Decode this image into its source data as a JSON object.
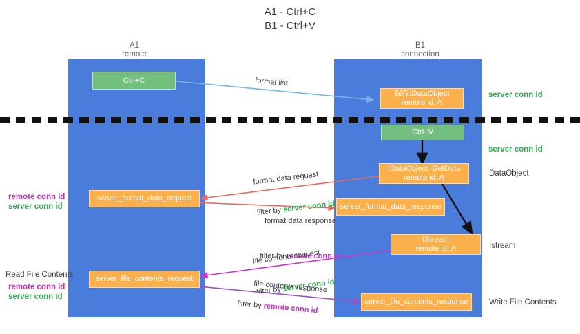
{
  "title": "A1 - Ctrl+C\nB1 - Ctrl+V",
  "columns": {
    "left": "A1\nremote",
    "right": "B1\nconnection"
  },
  "boxes": {
    "ctrl_c": "Ctrl+C",
    "save_idataobject": "保存IDataObject\nremote id: A",
    "ctrl_v": "Ctrl+V",
    "getdata": "IDataObject::GetData\nremote id: A",
    "server_format_data_request": "server_format_data_request",
    "server_format_data_response": "server_format_data_response",
    "istream": "IStream\nremote id: A",
    "server_file_contents_request": "server_file_contents_request",
    "server_file_contents_response": "server_file_contents_response"
  },
  "edges": {
    "format_list": "format list",
    "format_data_request": "format data request",
    "format_data_request_filter_prefix": "filter by ",
    "format_data_request_filter_tag": "server conn id",
    "format_data_response": "format data response",
    "format_data_response_filter_prefix": "filter by ",
    "format_data_response_filter_tag": "remote conn id",
    "file_contents_request": "file contents request",
    "file_contents_request_filter_prefix": "filter by ",
    "file_contents_request_filter_tag": "server conn id",
    "file_contents_response": "file contents response",
    "file_contents_response_filter_prefix": "filter by ",
    "file_contents_response_filter_tag": "remote conn id"
  },
  "right_labels": {
    "server_conn_id_top": "server conn id",
    "server_conn_id_mid": "server conn id",
    "dataobject": "DataObject",
    "istream": "Istream",
    "write_file_contents": "Write File Contents"
  },
  "left_labels": {
    "remote_conn_id_1": "remote conn id",
    "server_conn_id_1": "server conn id",
    "read_file_contents": "Read File Contents",
    "remote_conn_id_2": "remote conn id",
    "server_conn_id_2": "server conn id"
  },
  "colors": {
    "lane": "#4a7ddb",
    "green_box": "#73bf7d",
    "orange_box": "#fbb04c",
    "tag_green": "#34a853",
    "tag_magenta": "#c233c2",
    "arrow_blue": "#79b4e8",
    "arrow_red": "#e8695d",
    "arrow_magenta": "#cc33cc",
    "arrow_purple": "#9b4fc8",
    "arrow_black": "#000000"
  }
}
